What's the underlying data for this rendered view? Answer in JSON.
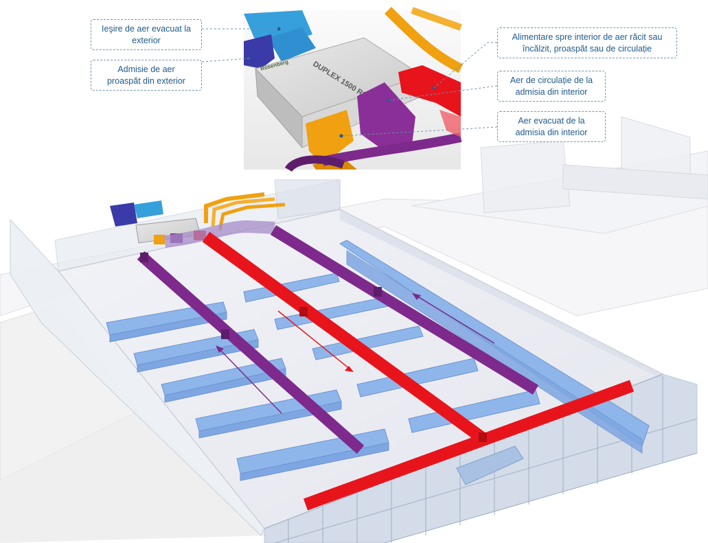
{
  "labels": {
    "exhaust_outlet": [
      "Ieşire de aer evacuat la",
      "exterior"
    ],
    "fresh_intake": [
      "Admisie de aer",
      "proaspăt din exterior"
    ],
    "supply_inside": [
      "Alimentare spre interior de aer răcit sau",
      "încălzit, proaspăt sau de circulație"
    ],
    "recirc_intake": [
      "Aer de circulație de la",
      "admisia din interior"
    ],
    "exhaust_intake": [
      "Aer evacuat de la",
      "admisia din interior"
    ]
  },
  "unit": {
    "brand": "Rosenberg",
    "model": "DUPLEX 1500 RSS"
  },
  "colors": {
    "supply": "#e8141c",
    "extract": "#7d2a8c",
    "exhaust_outside": "#36a0dc",
    "fresh_outside": "#3a3aa8",
    "exhaust_inside": "#f0a010",
    "shelf": "#8fb6ea",
    "label_border": "#6f93b4",
    "label_text": "#1f5a8c"
  }
}
